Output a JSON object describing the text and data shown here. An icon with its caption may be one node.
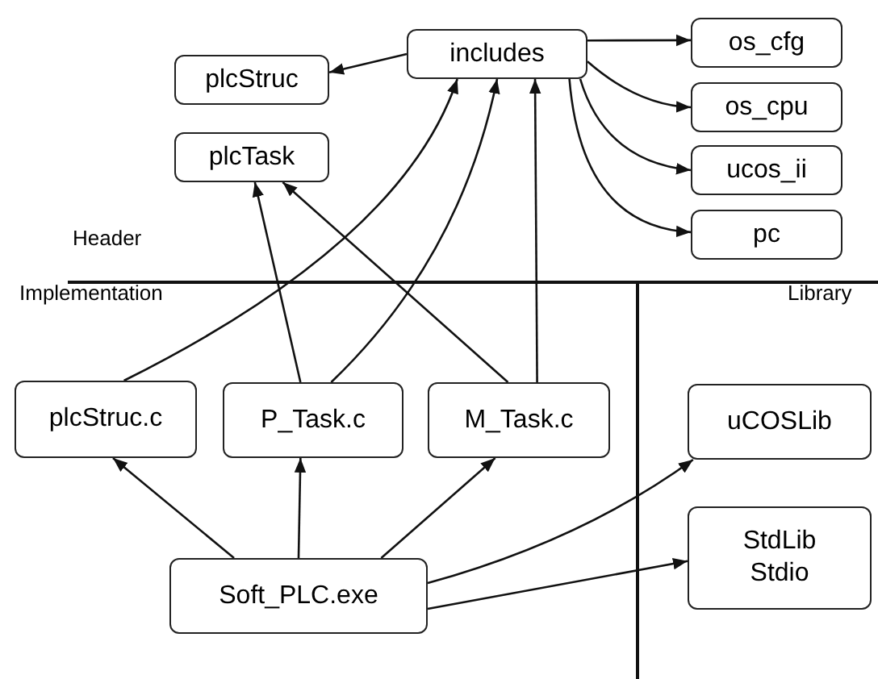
{
  "diagram": {
    "nodes": [
      {
        "text": [
          "includes"
        ]
      },
      {
        "text": [
          "plcStruc"
        ]
      },
      {
        "text": [
          "plcTask"
        ]
      },
      {
        "text": [
          "os_cfg"
        ]
      },
      {
        "text": [
          "os_cpu"
        ]
      },
      {
        "text": [
          "ucos_ii"
        ]
      },
      {
        "text": [
          "pc"
        ]
      },
      {
        "text": [
          "plcStruc.c"
        ]
      },
      {
        "text": [
          "P_Task.c"
        ]
      },
      {
        "text": [
          "M_Task.c"
        ]
      },
      {
        "text": [
          "uCOSLib"
        ]
      },
      {
        "text": [
          "StdLib Stdio"
        ]
      },
      {
        "text": [
          "Soft_PLC.exe"
        ]
      }
    ],
    "edges": [
      {
        "from": 0,
        "to": 1,
        "arrow": "to"
      },
      {
        "from": 0,
        "to": 3,
        "arrow": "to"
      },
      {
        "from": 0,
        "to": 4,
        "arrow": "to"
      },
      {
        "from": 0,
        "to": 5,
        "arrow": "to"
      },
      {
        "from": 0,
        "to": 6,
        "arrow": "to"
      },
      {
        "from": 7,
        "to": 0,
        "arrow": "to"
      },
      {
        "from": 8,
        "to": 2,
        "arrow": "to"
      },
      {
        "from": 8,
        "to": 0,
        "arrow": "to"
      },
      {
        "from": 9,
        "to": 2,
        "arrow": "to"
      },
      {
        "from": 9,
        "to": 0,
        "arrow": "to"
      },
      {
        "from": 12,
        "to": 7,
        "arrow": "to"
      },
      {
        "from": 12,
        "to": 8,
        "arrow": "to"
      },
      {
        "from": 12,
        "to": 9,
        "arrow": "to"
      },
      {
        "from": 12,
        "to": 10,
        "arrow": "to"
      },
      {
        "from": 12,
        "to": 11,
        "arrow": "to"
      }
    ],
    "labels": [
      "Header",
      "Implementation",
      "Library"
    ]
  }
}
